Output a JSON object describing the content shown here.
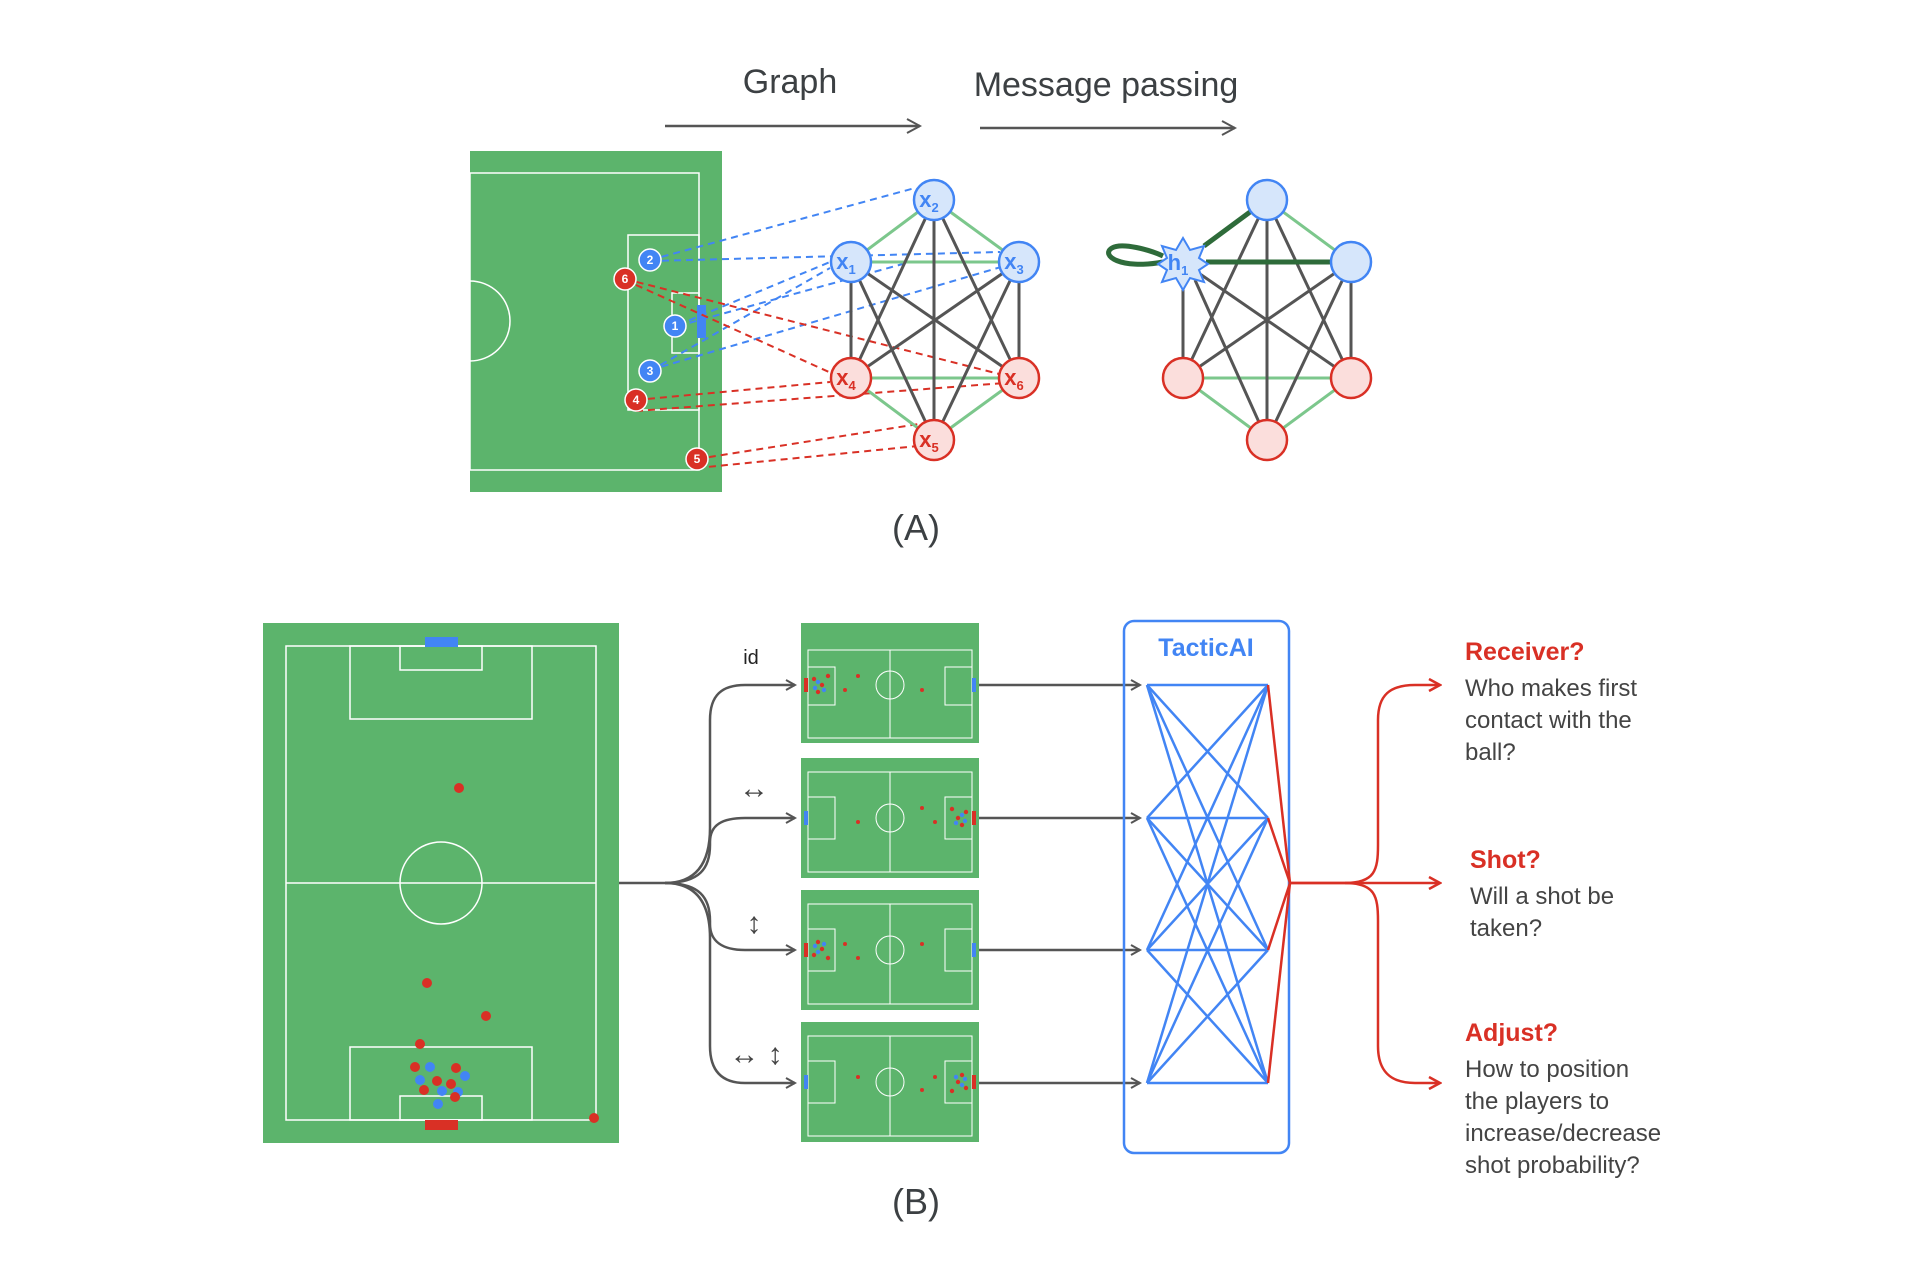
{
  "panel_a": {
    "graph_label": "Graph",
    "message_passing_label": "Message passing",
    "caption": "(A)",
    "players": [
      {
        "num": "2",
        "team": "blue"
      },
      {
        "num": "6",
        "team": "red"
      },
      {
        "num": "1",
        "team": "blue"
      },
      {
        "num": "3",
        "team": "blue"
      },
      {
        "num": "4",
        "team": "red"
      },
      {
        "num": "5",
        "team": "red"
      }
    ],
    "graph_nodes": [
      {
        "var": "x",
        "sub": "2",
        "team": "blue"
      },
      {
        "var": "x",
        "sub": "1",
        "team": "blue"
      },
      {
        "var": "x",
        "sub": "3",
        "team": "blue"
      },
      {
        "var": "x",
        "sub": "4",
        "team": "red"
      },
      {
        "var": "x",
        "sub": "6",
        "team": "red"
      },
      {
        "var": "x",
        "sub": "5",
        "team": "red"
      }
    ],
    "hidden_node": {
      "var": "h",
      "sub": "1"
    }
  },
  "panel_b": {
    "caption": "(B)",
    "augmentations": [
      {
        "label": "id"
      },
      {
        "label": "↔"
      },
      {
        "label": "↕"
      },
      {
        "label": "↔ ↕"
      }
    ],
    "model_name": "TacticAI",
    "outputs": [
      {
        "title": "Receiver?",
        "lines": [
          "Who makes first",
          "contact with the",
          "ball?"
        ]
      },
      {
        "title": "Shot?",
        "lines": [
          "Will a shot be",
          "taken?"
        ]
      },
      {
        "title": "Adjust?",
        "lines": [
          "How to position",
          "the players to",
          "increase/decrease",
          "shot probability?"
        ]
      }
    ]
  },
  "colors": {
    "pitch": "#5cb46c",
    "pitch_line": "#ffffff",
    "blue": "#4285f4",
    "blue_light": "#d6e6fb",
    "red": "#d93025",
    "red_light": "#fbdedc",
    "green_edge": "#7cc78c",
    "dark_edge": "#555555",
    "arrow": "#555555"
  }
}
